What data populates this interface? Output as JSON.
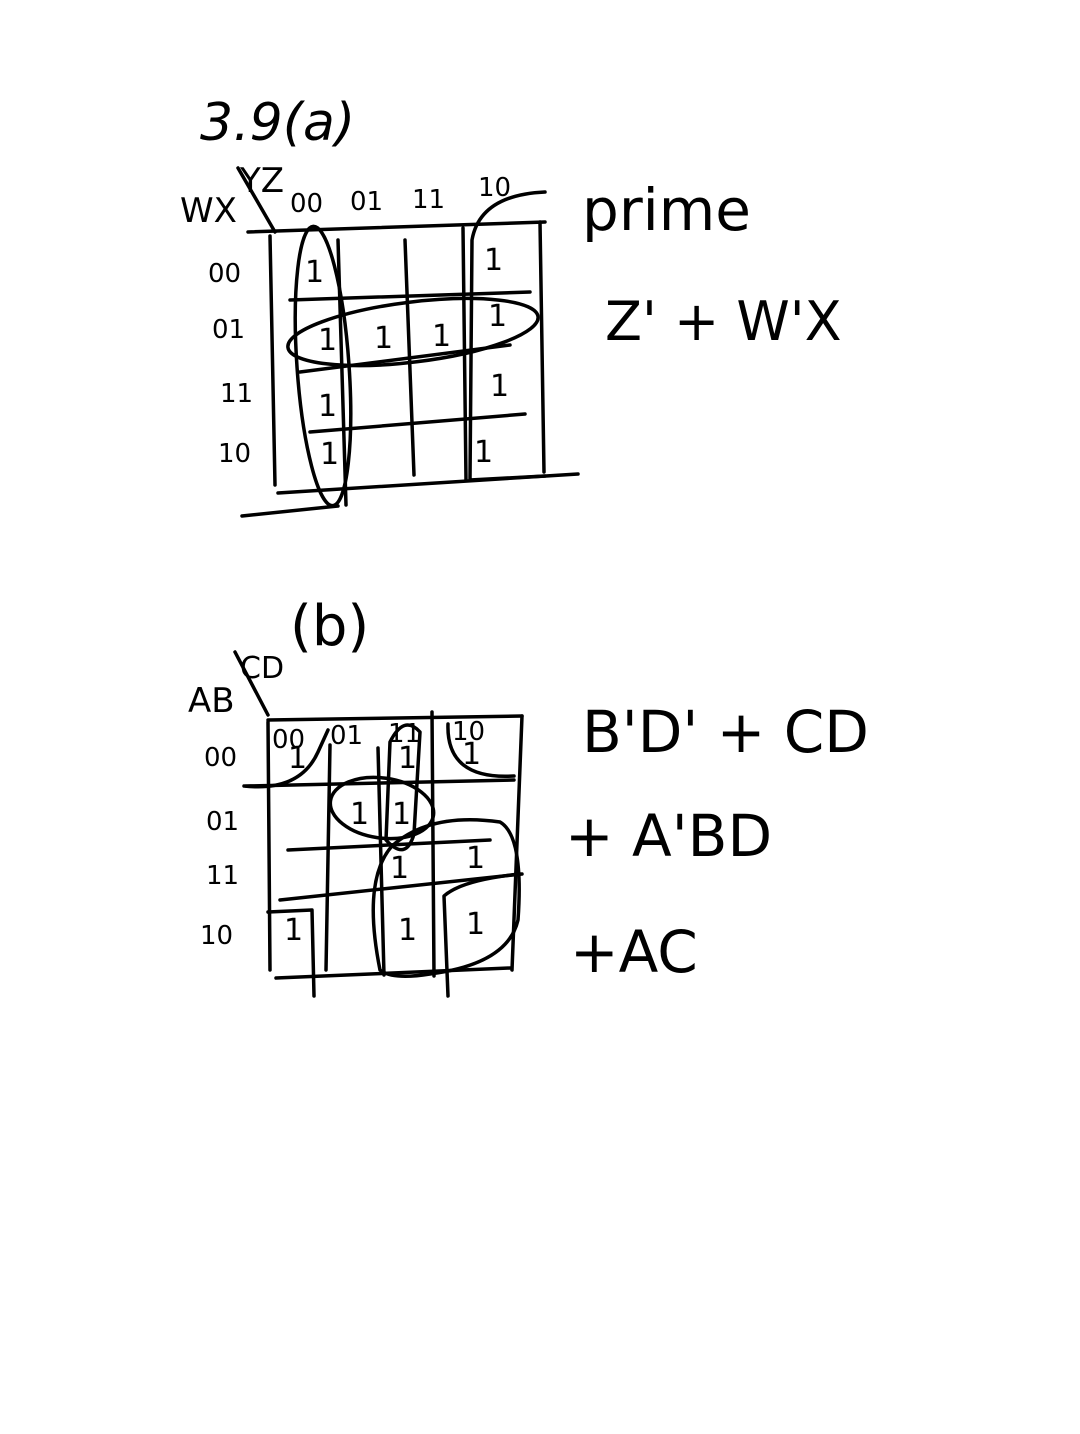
{
  "part_a": {
    "title": "3.9(a)",
    "kmap": {
      "row_var": "WX",
      "col_var": "YZ",
      "col_labels": [
        "00",
        "01",
        "11",
        "10"
      ],
      "row_labels": [
        "00",
        "01",
        "11",
        "10"
      ],
      "cells": [
        [
          "1",
          "",
          "",
          "1"
        ],
        [
          "1",
          "1",
          "1",
          "1"
        ],
        [
          "1",
          "",
          "",
          "1"
        ],
        [
          "1",
          "",
          "",
          "1"
        ]
      ]
    },
    "note": "prime",
    "answer": "Z' + W'X"
  },
  "part_b": {
    "title": "(b)",
    "kmap": {
      "row_var": "AB",
      "col_var": "CD",
      "col_labels": [
        "00",
        "01",
        "11",
        "10"
      ],
      "row_labels": [
        "00",
        "01",
        "11",
        "10"
      ],
      "cells": [
        [
          "1",
          "",
          "1",
          "1"
        ],
        [
          "",
          "1",
          "1",
          ""
        ],
        [
          "",
          "",
          "1",
          "1"
        ],
        [
          "1",
          "",
          "1",
          "1"
        ]
      ]
    },
    "answer_lines": [
      "B'D' + CD",
      "+ A'BD",
      "+AC"
    ]
  }
}
